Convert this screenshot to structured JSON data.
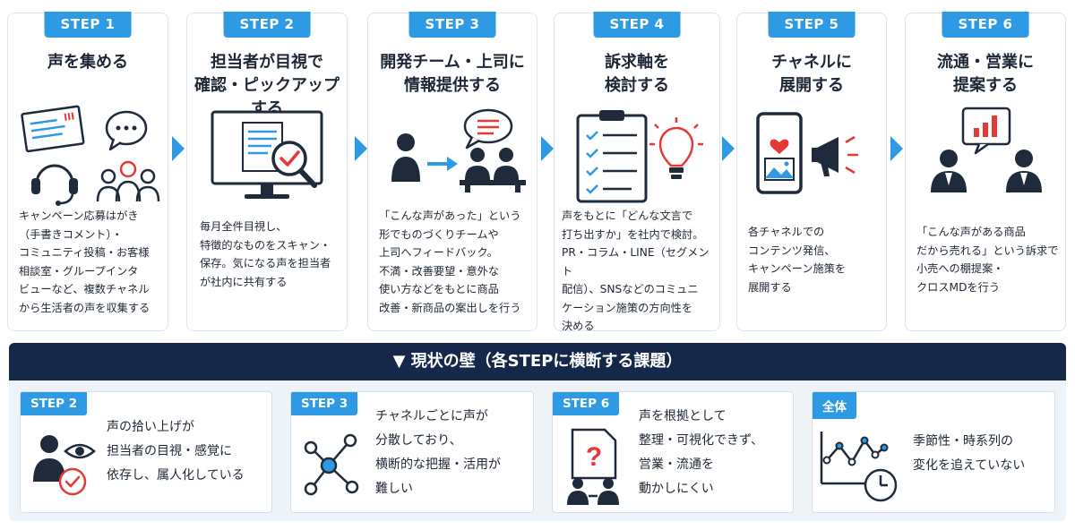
{
  "steps": [
    {
      "badge": "STEP 1",
      "title": "声を集める",
      "description": "キャンペーン応募はがき\n（手書きコメント）・\nコミュニティ投稿・お客様\n相談室・グループインタ\nビューなど、複数チャネル\nから生活者の声を収集する",
      "icons": [
        "postcard-icon",
        "speech-bubble-icon",
        "headset-icon",
        "group-icon"
      ]
    },
    {
      "badge": "STEP 2",
      "title": "担当者が目視で\n確認・ピックアップする",
      "description": "毎月全件目視し、\n特徴的なものをスキャン・\n保存。気になる声を担当者\nが社内に共有する",
      "icons": [
        "monitor-document-icon",
        "magnifier-check-icon"
      ]
    },
    {
      "badge": "STEP 3",
      "title": "開発チーム・上司に\n情報提供する",
      "description": "「こんな声があった」という\n形でものづくりチームや\n上司へフィードバック。\n不満・改善要望・意外な\n使い方などをもとに商品\n改善・新商品の案出しを行う",
      "icons": [
        "person-icon",
        "arrow-right-icon",
        "team-meeting-icon",
        "speech-bubble-icon"
      ]
    },
    {
      "badge": "STEP 4",
      "title": "訴求軸を\n検討する",
      "description": "声をもとに「どんな文言で\n打ち出すか」を社内で検討。\nPR・コラム・LINE（セグメント\n配信）、SNSなどのコミュニ\nケーション施策の方向性を\n決める",
      "icons": [
        "clipboard-checklist-icon",
        "lightbulb-icon"
      ]
    },
    {
      "badge": "STEP 5",
      "title": "チャネルに\n展開する",
      "description": "各チャネルでの\nコンテンツ発信、\nキャンペーン施策を\n展開する",
      "icons": [
        "smartphone-heart-icon",
        "megaphone-icon"
      ]
    },
    {
      "badge": "STEP 6",
      "title": "流通・営業に\n提案する",
      "description": "「こんな声がある商品\nだから売れる」という訴求で\n小売への棚提案・\nクロスMDを行う",
      "icons": [
        "two-people-icon",
        "bar-chart-bubble-icon"
      ]
    }
  ],
  "challenges": {
    "banner": "▼ 現状の壁（各STEPに横断する課題）",
    "items": [
      {
        "badge": "STEP 2",
        "text": "声の拾い上げが\n担当者の目視・感覚に\n依存し、属人化している",
        "icon": "person-eye-check-icon"
      },
      {
        "badge": "STEP 3",
        "text": "チャネルごとに声が\n分散しており、\n横断的な把握・活用が\n難しい",
        "icon": "network-nodes-icon"
      },
      {
        "badge": "STEP 6",
        "text": "声を根拠として\n整理・可視化できず、\n営業・流通を\n動かしにくい",
        "icon": "question-document-icon"
      },
      {
        "badge": "全体",
        "text": "季節性・時系列の\n変化を追えていない",
        "icon": "line-chart-clock-icon"
      }
    ]
  },
  "colors": {
    "accent": "#2d9ae3",
    "dark": "#15284a",
    "icon_dark": "#1f2a3a",
    "highlight": "#e53935"
  }
}
